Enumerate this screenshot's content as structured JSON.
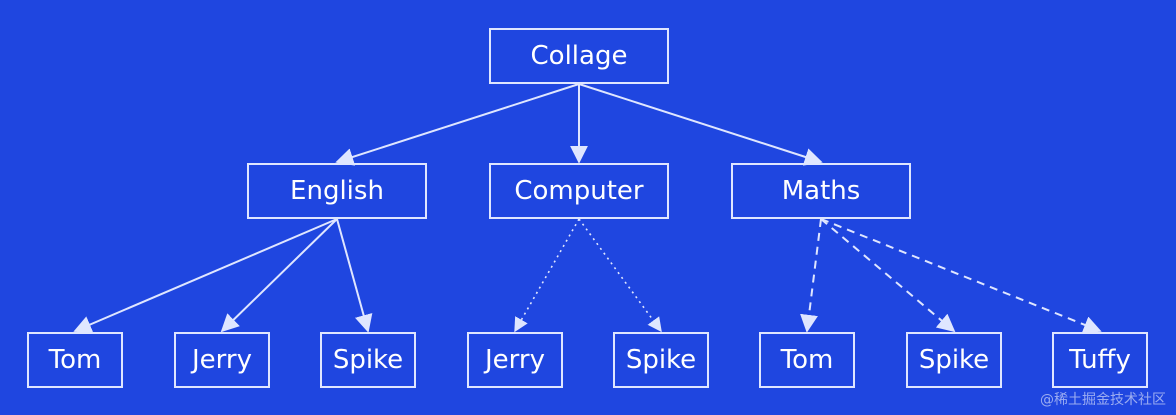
{
  "diagram": {
    "colors": {
      "background": "#1f46e0",
      "line": "#dfe6ff",
      "text": "#ffffff"
    },
    "root": {
      "label": "Collage"
    },
    "departments": [
      {
        "label": "English",
        "link_style": "solid",
        "children": [
          {
            "label": "Tom"
          },
          {
            "label": "Jerry"
          },
          {
            "label": "Spike"
          }
        ]
      },
      {
        "label": "Computer",
        "link_style": "dotted",
        "children": [
          {
            "label": "Jerry"
          },
          {
            "label": "Spike"
          }
        ]
      },
      {
        "label": "Maths",
        "link_style": "dashed",
        "children": [
          {
            "label": "Tom"
          },
          {
            "label": "Spike"
          },
          {
            "label": "Tuffy"
          }
        ]
      }
    ]
  },
  "watermark": "@稀土掘金技术社区"
}
